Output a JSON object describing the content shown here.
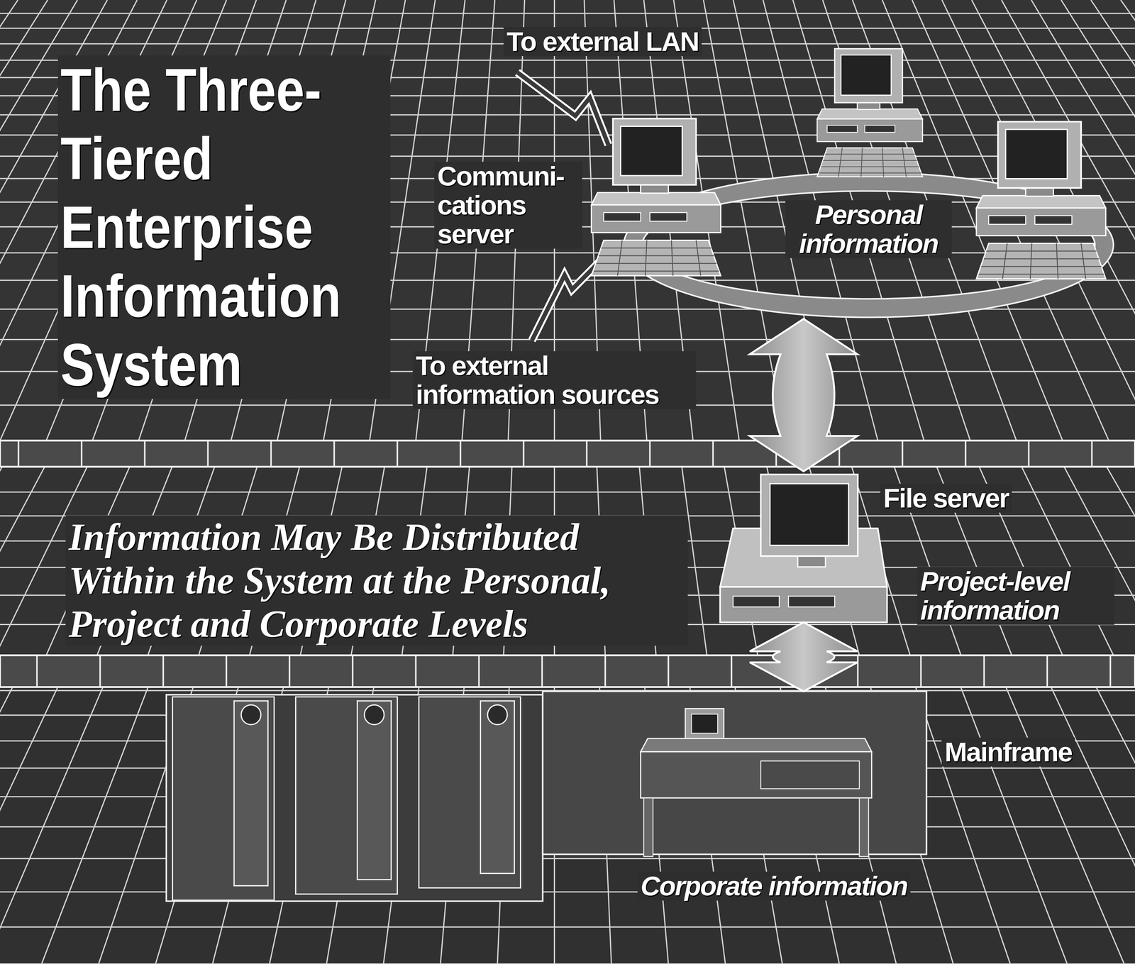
{
  "diagram": {
    "title": "The Three-Tiered Enterprise Information System",
    "caption": "Information May Be Distributed Within the System at the Personal, Project and Corporate Levels",
    "nodes": [
      {
        "text": [
          "Communi- cations server"
        ]
      },
      {
        "text": [
          "Personal information"
        ]
      },
      {
        "text": [
          "File server",
          "Project-level information"
        ]
      },
      {
        "text": [
          "Mainframe",
          "Corporate information"
        ]
      }
    ],
    "edges": [
      {
        "from": 1,
        "to": 2,
        "arrow": "both"
      },
      {
        "from": 2,
        "to": 3,
        "arrow": "both"
      }
    ],
    "labels": [
      "To external LAN",
      "To external information sources"
    ]
  }
}
